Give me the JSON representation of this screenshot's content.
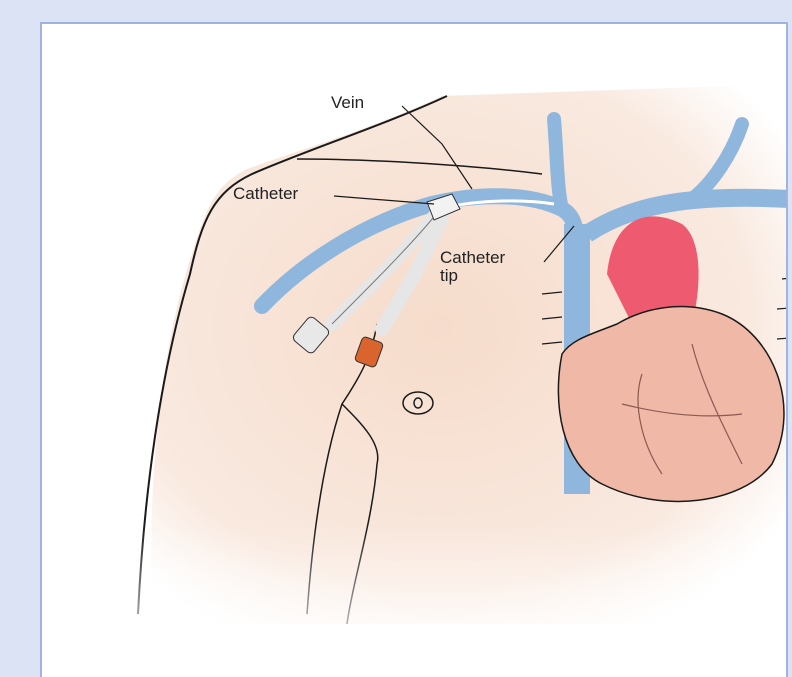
{
  "diagram": {
    "labels": {
      "vein": "Vein",
      "catheter": "Catheter",
      "catheter_tip_line1": "Catheter",
      "catheter_tip_line2": "tip"
    },
    "colors": {
      "page_background": "#dbe3f5",
      "frame_border": "#9fb4e0",
      "skin": "#f7e3d6",
      "vein": "#8fb7dd",
      "heart": "#f0b8a6",
      "aorta": "#ee5b70",
      "outline": "#1a1a1a",
      "port_cap": "#d9642e"
    }
  }
}
